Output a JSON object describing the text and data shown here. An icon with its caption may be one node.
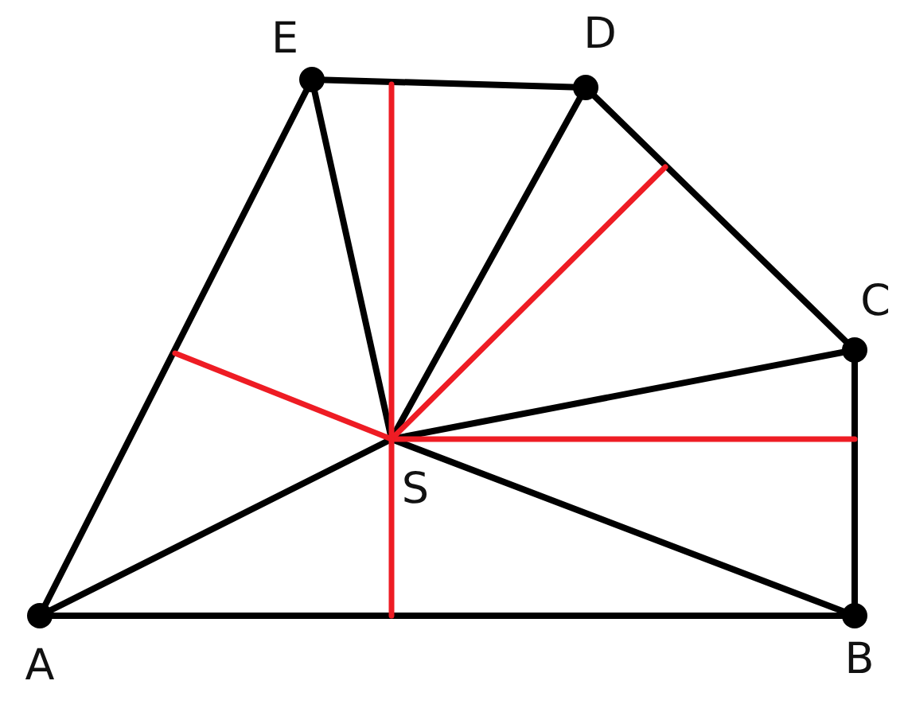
{
  "diagram": {
    "nodes": [
      {
        "text": [
          "E"
        ]
      },
      {
        "text": [
          "D"
        ]
      },
      {
        "text": [
          "C"
        ]
      },
      {
        "text": [
          "S"
        ]
      },
      {
        "text": [
          "A"
        ]
      },
      {
        "text": [
          "B"
        ]
      }
    ],
    "edges": [
      {
        "from": 4,
        "to": 5,
        "arrow": "none"
      },
      {
        "from": 5,
        "to": 2,
        "arrow": "none"
      },
      {
        "from": 2,
        "to": 1,
        "arrow": "none"
      },
      {
        "from": 1,
        "to": 0,
        "arrow": "none"
      },
      {
        "from": 0,
        "to": 4,
        "arrow": "none"
      },
      {
        "from": 3,
        "to": 4,
        "arrow": "none"
      },
      {
        "from": 3,
        "to": 5,
        "arrow": "none"
      },
      {
        "from": 3,
        "to": 2,
        "arrow": "none"
      },
      {
        "from": 3,
        "to": 1,
        "arrow": "none"
      },
      {
        "from": 3,
        "to": 0,
        "arrow": "none"
      },
      {
        "from": 3,
        "to": null,
        "arrow": "none",
        "color": "#ee1c24"
      },
      {
        "from": 3,
        "to": null,
        "arrow": "none",
        "color": "#ee1c24"
      },
      {
        "from": 3,
        "to": null,
        "arrow": "none",
        "color": "#ee1c24"
      },
      {
        "from": 3,
        "to": null,
        "arrow": "none",
        "color": "#ee1c24"
      },
      {
        "from": 3,
        "to": null,
        "arrow": "none",
        "color": "#ee1c24"
      }
    ]
  }
}
